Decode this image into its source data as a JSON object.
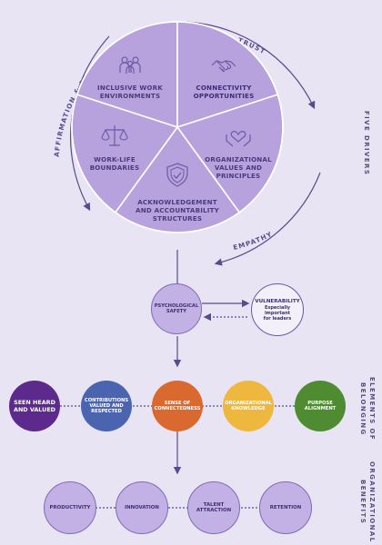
{
  "wheel": {
    "arc_labels": {
      "trust": "TRUST",
      "affirmation": "AFFIRMATION & PRIDE",
      "empathy": "EMPATHY"
    },
    "segments": [
      {
        "lines": [
          "INCLUSIVE WORK",
          "ENVIRONMENTS"
        ],
        "icon": "people-group-icon"
      },
      {
        "lines": [
          "CONNECTIVITY",
          "OPPORTUNITIES"
        ],
        "icon": "handshake-icon"
      },
      {
        "lines": [
          "ORGANIZATIONAL",
          "VALUES AND",
          "PRINCIPLES"
        ],
        "icon": "heart-hands-icon"
      },
      {
        "lines": [
          "ACKNOWLEDGEMENT",
          "AND ACCOUNTABILITY",
          "STRUCTURES"
        ],
        "icon": "shield-check-icon"
      },
      {
        "lines": [
          "WORK-LIFE",
          "BOUNDARIES"
        ],
        "icon": "scales-icon"
      }
    ]
  },
  "side_labels": {
    "five_drivers": "FIVE DRIVERS",
    "elements": "ELEMENTS OF BELONGING",
    "benefits": "ORGANIZATIONAL BENEFITS"
  },
  "psych": {
    "line1": "PSYCHOLOGICAL",
    "line2": "SAFETY"
  },
  "vulnerability": {
    "title": "VULNERABILITY",
    "line1": "Especially",
    "line2": "important",
    "line3": "for leaders"
  },
  "elements": [
    {
      "line1": "SEEN HEARD",
      "line2": "AND VALUED",
      "line3": "",
      "color": "#5b2a8c"
    },
    {
      "line1": "CONTRIBUTIONS",
      "line2": "VALUED AND",
      "line3": "RESPECTED",
      "color": "#4a64b0"
    },
    {
      "line1": "SENSE OF",
      "line2": "CONNECTEDNESS",
      "line3": "",
      "color": "#d9692e"
    },
    {
      "line1": "ORGANIZATIONAL",
      "line2": "KNOWLEDGE",
      "line3": "",
      "color": "#eeb73d"
    },
    {
      "line1": "PURPOSE",
      "line2": "ALIGNMENT",
      "line3": "",
      "color": "#4e8b31"
    }
  ],
  "benefits": [
    {
      "line1": "PRODUCTIVITY",
      "line2": ""
    },
    {
      "line1": "INNOVATION",
      "line2": ""
    },
    {
      "line1": "TALENT",
      "line2": "ATTRACTION"
    },
    {
      "line1": "RETENTION",
      "line2": ""
    }
  ],
  "colors": {
    "background": "#e8e4f3",
    "wheel_fill": "#b7a2dd",
    "wheel_stroke": "#ffffff",
    "arrow": "#5a4c8c",
    "circle_fill": "#c3b1e6"
  }
}
